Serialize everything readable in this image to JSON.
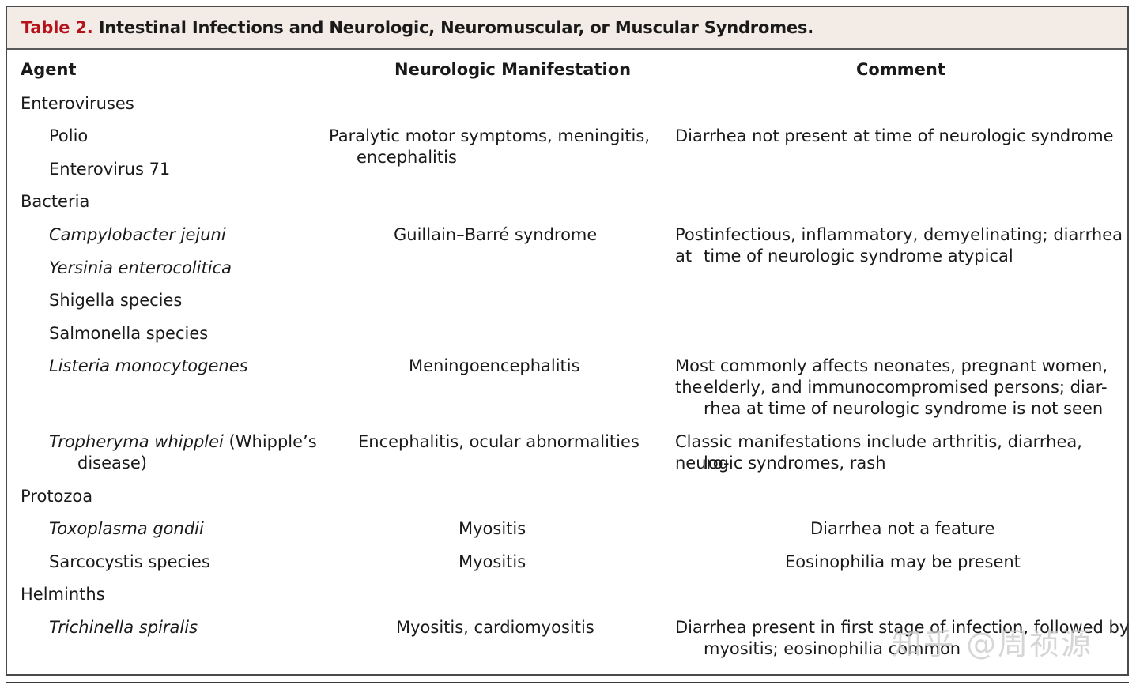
{
  "title": {
    "label": "Table 2.",
    "text": "Intestinal Infections and Neurologic, Neuromuscular, or Muscular Syndromes."
  },
  "headers": {
    "agent": "Agent",
    "manifestation": "Neurologic Manifestation",
    "comment": "Comment"
  },
  "rows": {
    "enteroviruses": "Enteroviruses",
    "polio": "Polio",
    "polio_manifestation_1": "Paralytic motor symptoms, meningitis,",
    "polio_manifestation_2": "encephalitis",
    "polio_comment": "Diarrhea not present at time of neurologic syndrome",
    "enterovirus71": "Enterovirus 71",
    "bacteria": "Bacteria",
    "campylobacter": "Campylobacter jejuni",
    "campylobacter_manifestation": "Guillain–Barré syndrome",
    "campylobacter_comment_1": "Postinfectious, inflammatory, demyelinating; diarrhea at",
    "campylobacter_comment_2": "time of neurologic syndrome atypical",
    "yersinia": "Yersinia enterocolitica",
    "shigella": "Shigella species",
    "salmonella": "Salmonella species",
    "listeria": "Listeria monocytogenes",
    "listeria_manifestation": "Meningoencephalitis",
    "listeria_comment_1": "Most commonly affects neonates, pregnant women, the",
    "listeria_comment_2": "elderly, and immunocompromised persons; diar-",
    "listeria_comment_3": "rhea at time of neurologic syndrome is not seen",
    "tropheryma_italic": "Tropheryma whipplei",
    "tropheryma_rest": " (Whipple’s",
    "tropheryma_line2": "disease)",
    "tropheryma_manifestation": "Encephalitis, ocular abnormalities",
    "tropheryma_comment_1": "Classic manifestations include arthritis, diarrhea, neuro-",
    "tropheryma_comment_2": "logic syndromes, rash",
    "protozoa": "Protozoa",
    "toxoplasma": "Toxoplasma gondii",
    "toxoplasma_manifestation": "Myositis",
    "toxoplasma_comment": "Diarrhea not a feature",
    "sarcocystis": "Sarcocystis species",
    "sarcocystis_manifestation": "Myositis",
    "sarcocystis_comment": "Eosinophilia may be present",
    "helminths": "Helminths",
    "trichinella": "Trichinella spiralis",
    "trichinella_manifestation": "Myositis, cardiomyositis",
    "trichinella_comment_1": "Diarrhea present in first stage of infection, followed by",
    "trichinella_comment_2": "myositis; eosinophilia common"
  },
  "watermark": "知乎 @周祯源"
}
